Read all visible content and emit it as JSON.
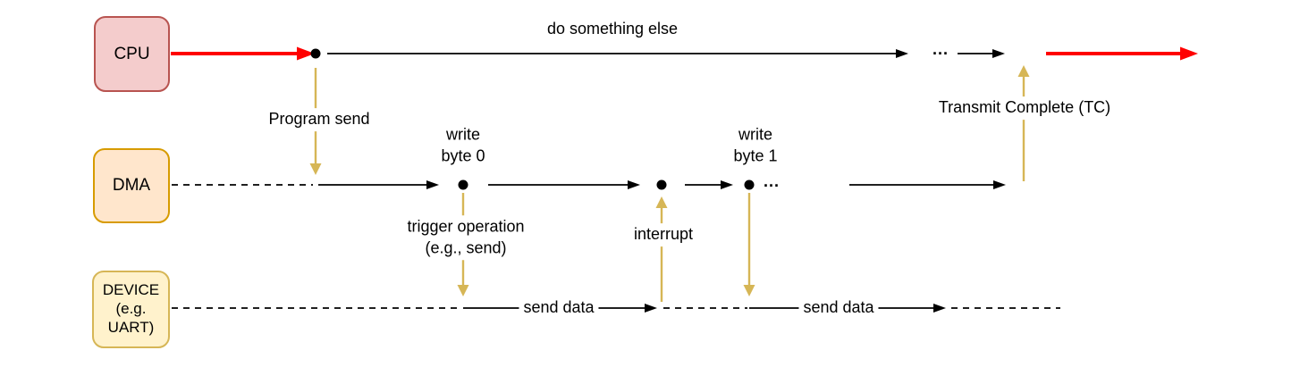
{
  "diagram": {
    "lanes": [
      {
        "id": "cpu",
        "label": "CPU"
      },
      {
        "id": "dma",
        "label": "DMA"
      },
      {
        "id": "device",
        "label": "DEVICE\n(e.g.\nUART)"
      }
    ],
    "annotations": {
      "do_something_else": "do something else",
      "program_send": "Program send",
      "write_byte_0": "write\nbyte 0",
      "write_byte_1": "write\nbyte 1",
      "trigger_operation": "trigger operation\n(e.g., send)",
      "interrupt": "interrupt",
      "transmit_complete": "Transmit Complete (TC)",
      "send_data_1": "send data",
      "send_data_2": "send data",
      "ellipsis_cpu": "...",
      "ellipsis_dma": "..."
    },
    "colors": {
      "cpu_fill": "#f4cccc",
      "cpu_stroke": "#b85450",
      "dma_fill": "#ffe6cc",
      "dma_stroke": "#d79b00",
      "device_fill": "#fff2cc",
      "device_stroke": "#d6b656",
      "signal": "#d6b656",
      "highlight": "#ff0000",
      "line": "#000000"
    }
  }
}
